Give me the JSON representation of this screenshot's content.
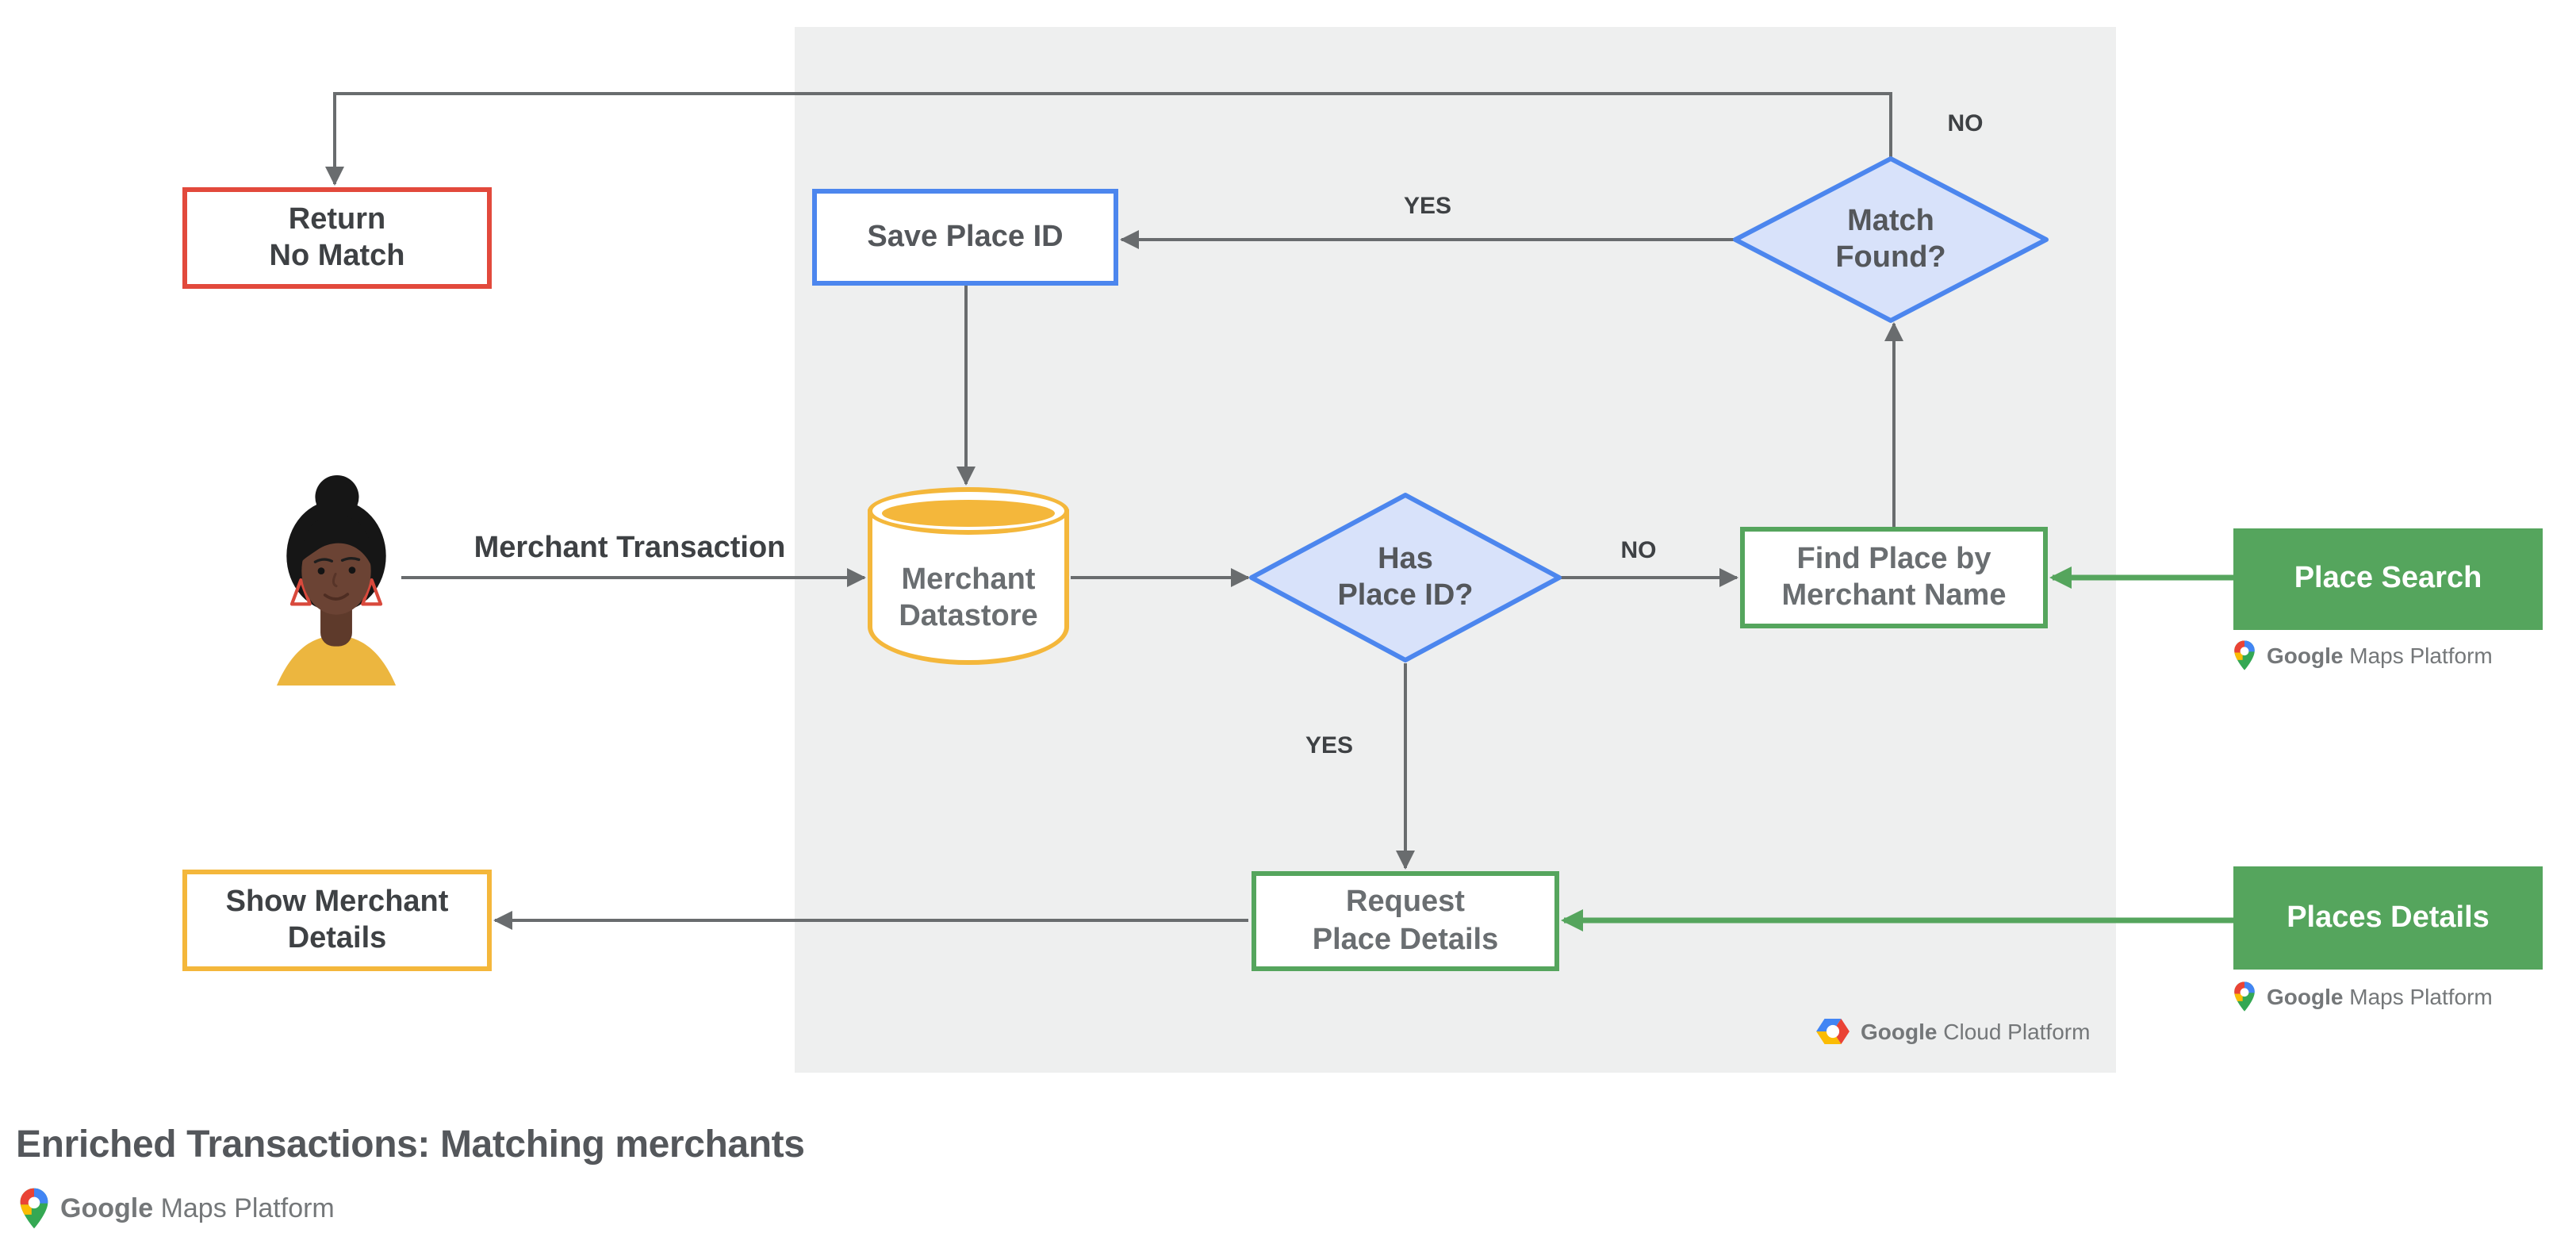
{
  "colors": {
    "red": "#E2493C",
    "blue": "#4C86EE",
    "blue_fill": "#D8E2FA",
    "yellow": "#F4B73B",
    "green": "#55A55D",
    "panel": "#EEEFEF",
    "line_gray": "#696C6E",
    "ink_dark": "#3E4144",
    "ink_mid": "#54575B",
    "ink_gray": "#6A6E71",
    "logo_gray": "#747779"
  },
  "diagram": {
    "nodes": {
      "return_no_match": {
        "label": "Return\nNo Match"
      },
      "save_place_id": {
        "label": "Save Place ID"
      },
      "match_found": {
        "label": "Match\nFound?"
      },
      "merchant_datastore": {
        "label": "Merchant\nDatastore"
      },
      "has_place_id": {
        "label": "Has\nPlace ID?"
      },
      "find_place_by_merchant_name": {
        "label": "Find Place by\nMerchant Name"
      },
      "request_place_details": {
        "label": "Request\nPlace Details"
      },
      "show_merchant_details": {
        "label": "Show Merchant\nDetails"
      },
      "place_search": {
        "label": "Place Search"
      },
      "places_details": {
        "label": "Places Details"
      }
    },
    "edge_labels": {
      "no_top": "NO",
      "yes_top": "YES",
      "no_right": "NO",
      "yes_down": "YES",
      "merchant_transaction": "Merchant Transaction"
    },
    "logos": {
      "gcp": {
        "bold": "Google",
        "rest": " Cloud Platform"
      },
      "gmp": {
        "bold": "Google",
        "rest": " Maps Platform"
      }
    },
    "footer": {
      "title": "Enriched Transactions: Matching merchants"
    }
  }
}
